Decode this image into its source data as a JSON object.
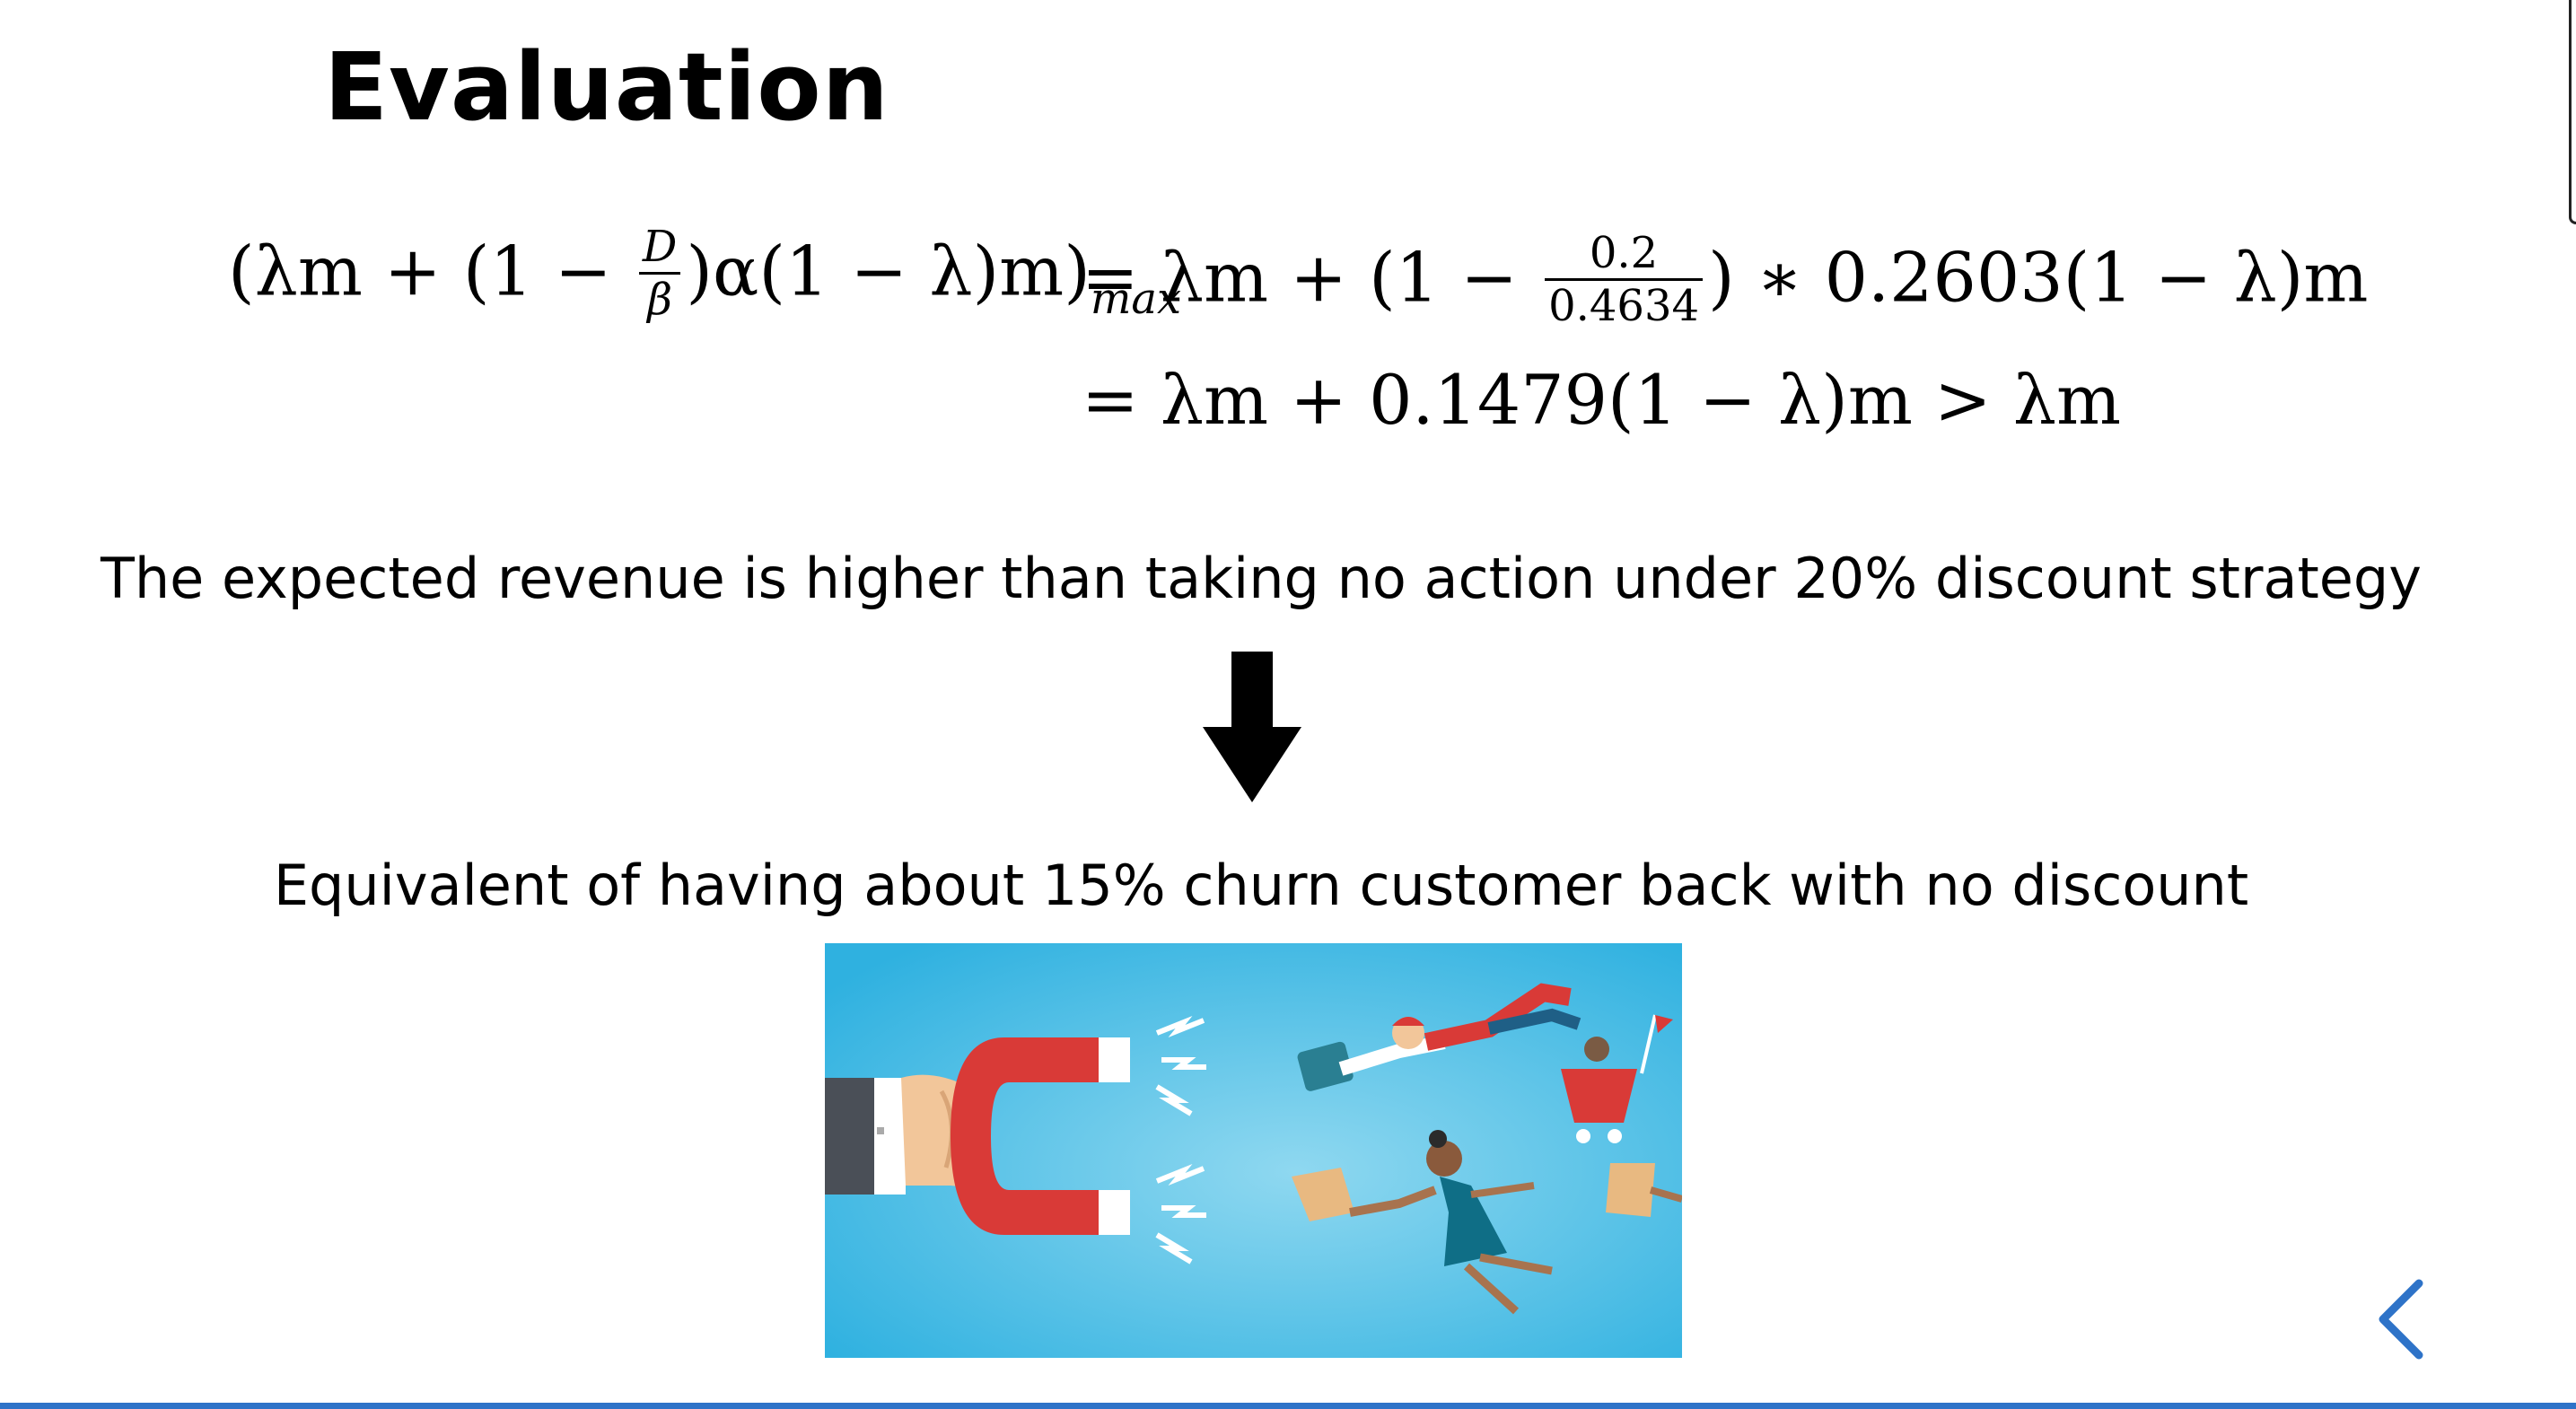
{
  "slide": {
    "title": "Evaluation",
    "statement": "The expected revenue is higher than taking no action under 20% discount strategy",
    "conclusion": "Equivalent of having about 15% churn customer back with no discount"
  },
  "equation": {
    "lhs_open": "(λm + (1 − ",
    "lhs_frac_num": "D",
    "lhs_frac_den": "β",
    "lhs_rest": ")α(1 − λ)m)",
    "lhs_sub": "max",
    "rhs1_open": "= λm + (1 − ",
    "rhs1_frac_num": "0.2",
    "rhs1_frac_den": "0.4634",
    "rhs1_rest": ") ∗ 0.2603(1 − λ)m",
    "rhs2": "= λm + 0.1479(1 − λ)m > λm"
  },
  "icons": {
    "arrow": "down-arrow-icon",
    "nav": "chevron-left-icon",
    "image": "customer-magnet-illustration"
  },
  "colors": {
    "accent": "#2e73c8",
    "sky": "#34b6e2",
    "magnet_red": "#d93a37"
  }
}
